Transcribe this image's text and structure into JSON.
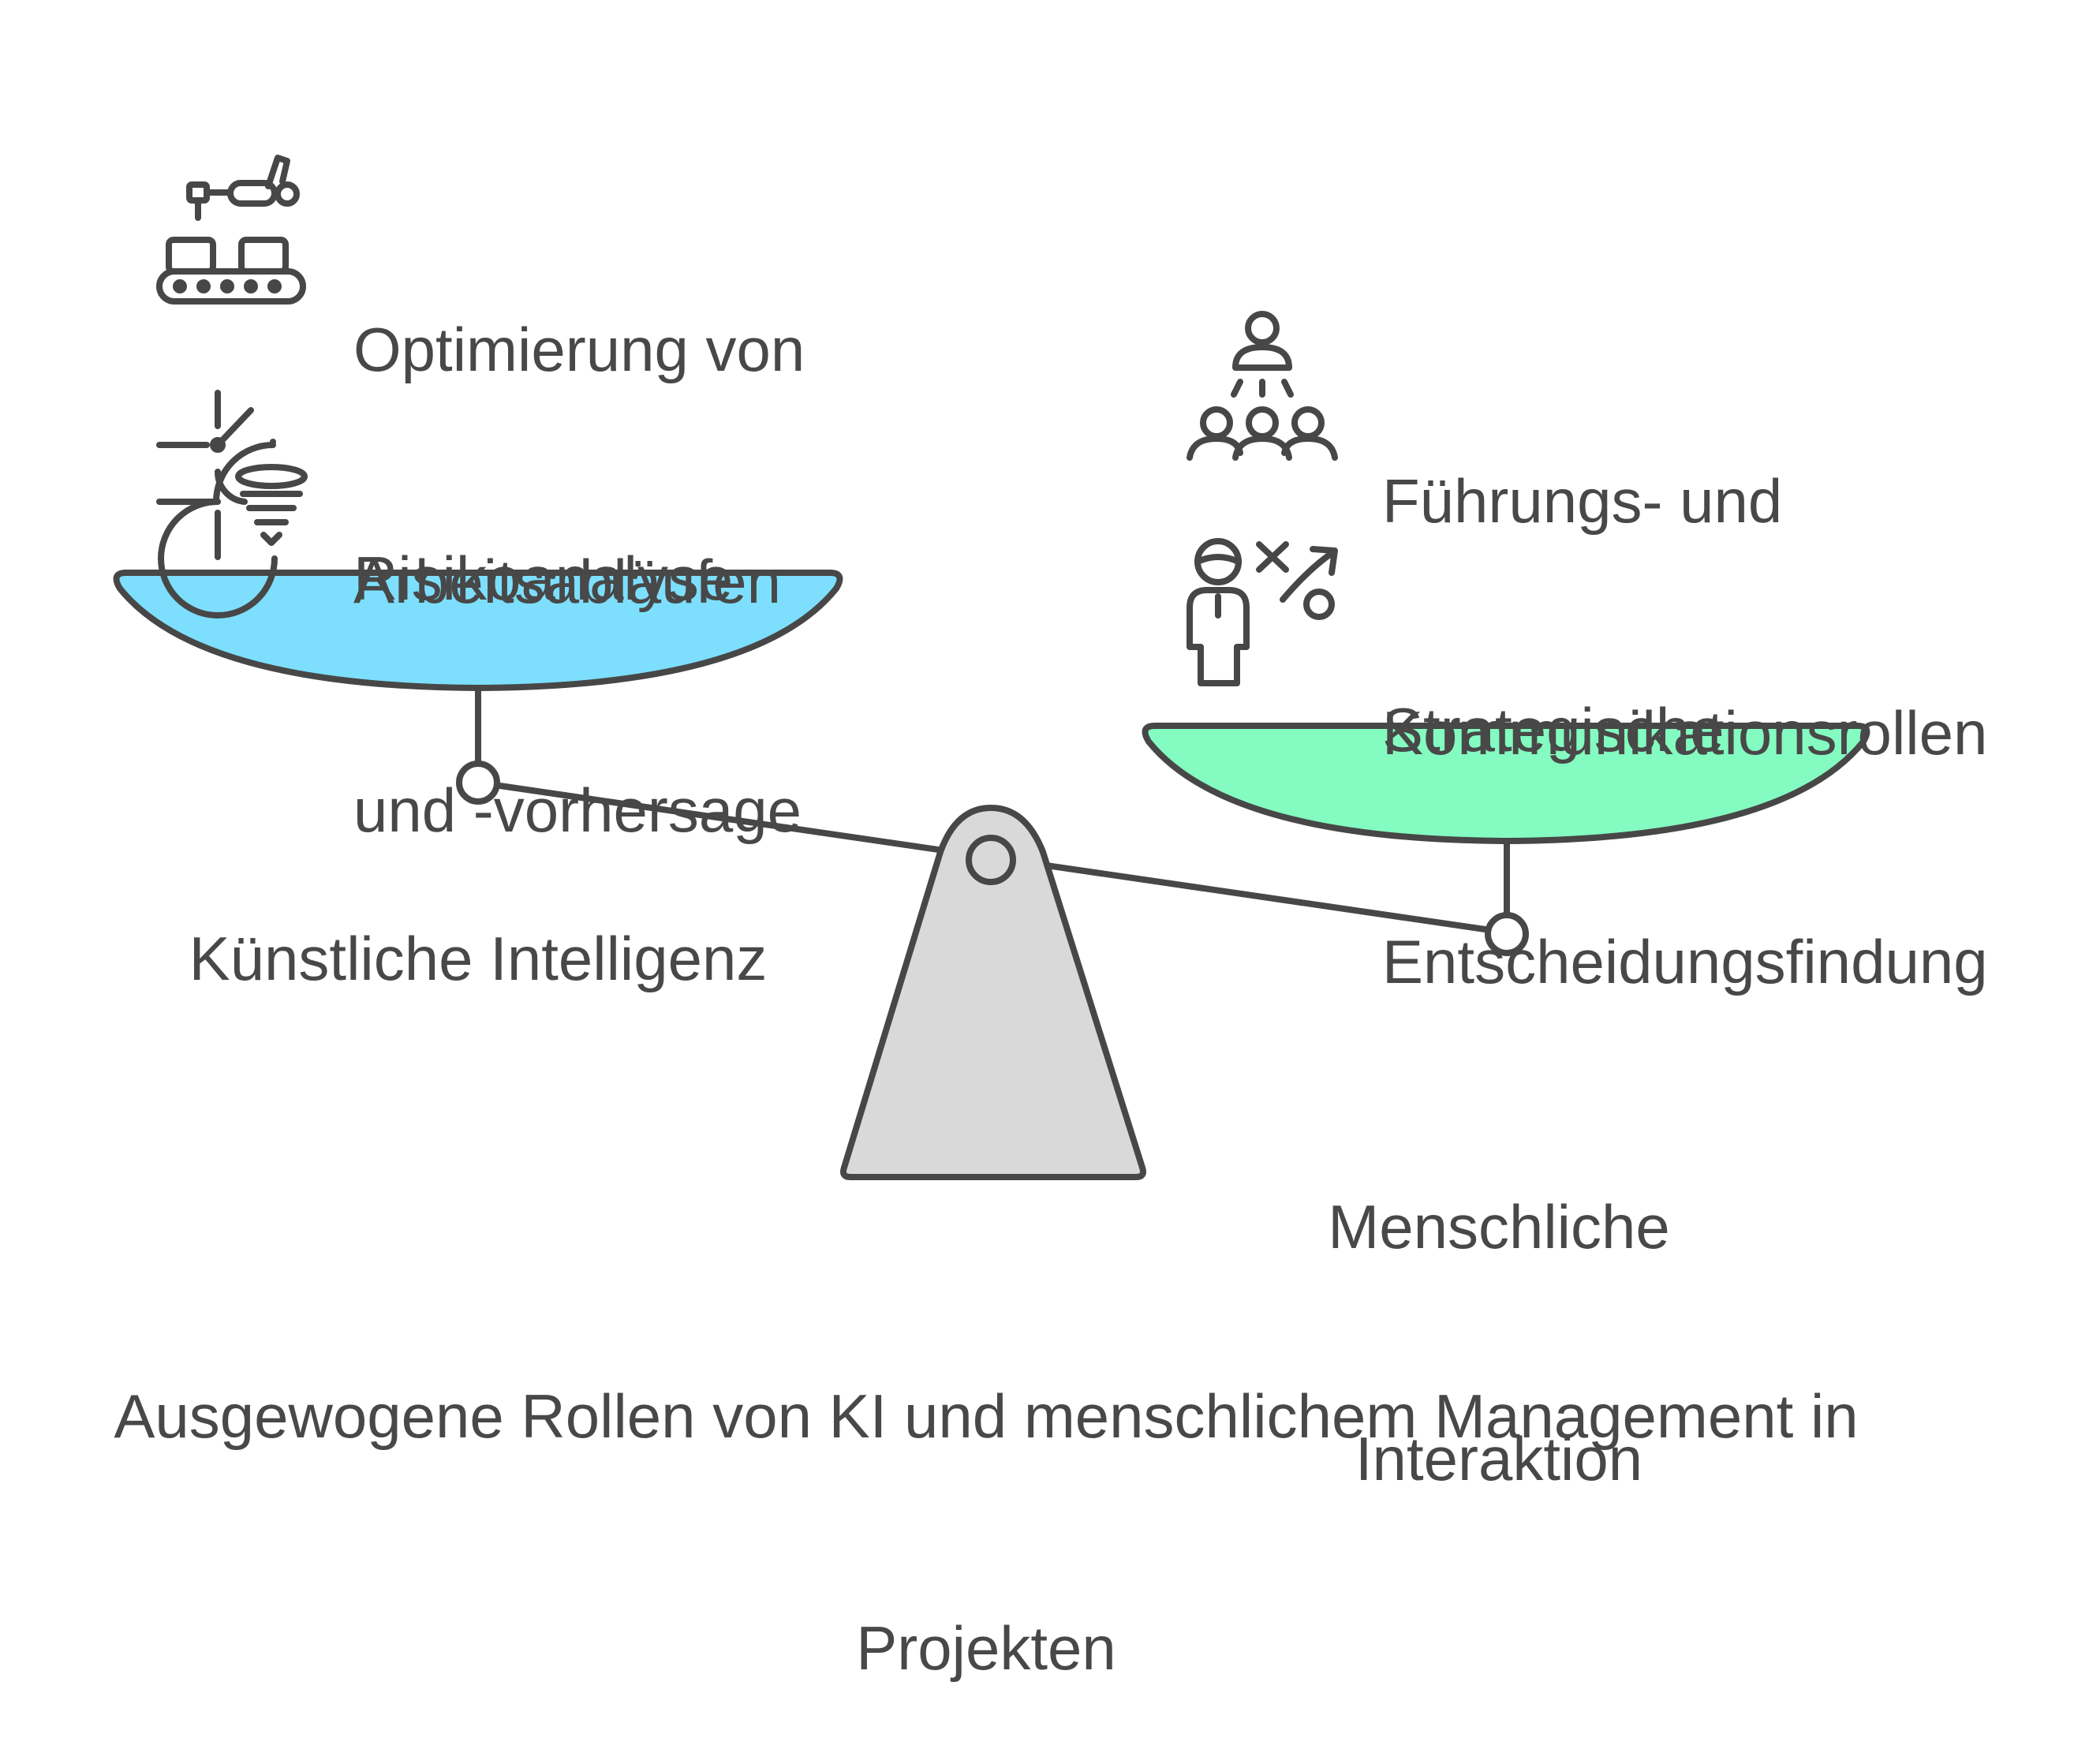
{
  "title": {
    "line1": "Ausgewogene Rollen von KI und menschlichem Management in",
    "line2": "Projekten"
  },
  "left_side": {
    "label": "Künstliche Intelligenz",
    "color": "#7ddffd",
    "items": [
      {
        "icon": "robot-arm-conveyor-icon",
        "line1": "Optimierung von",
        "line2": "Arbeitsabläufen"
      },
      {
        "icon": "radar-funnel-icon",
        "line1": "Risikoanalyse",
        "line2": "und -vorhersage"
      }
    ]
  },
  "right_side": {
    "label_line1": "Menschliche",
    "label_line2": "Interaktion",
    "color": "#84fbc0",
    "items": [
      {
        "icon": "leader-team-icon",
        "line1": "Führungs- und",
        "line2": "Kommunikationsrollen"
      },
      {
        "icon": "strategy-person-icon",
        "line1": "Strategische",
        "line2": "Entscheidungsfindung"
      }
    ]
  },
  "colors": {
    "stroke": "#474747",
    "fulcrum": "#d9d9d9",
    "text": "#484848"
  }
}
